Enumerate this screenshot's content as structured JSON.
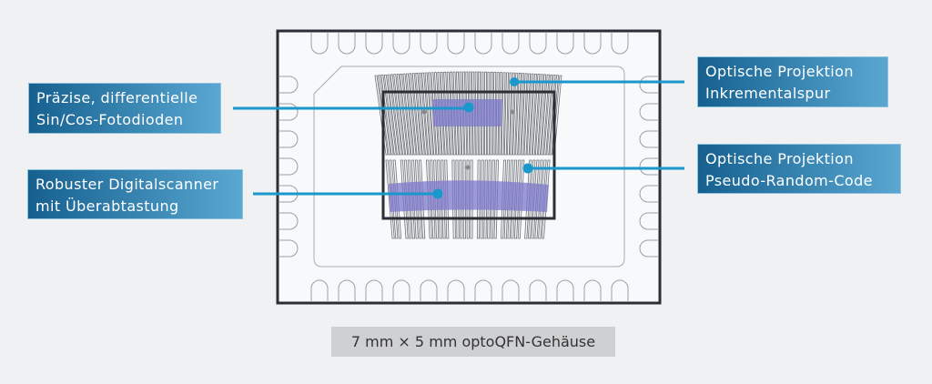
{
  "labels": {
    "photodiodes": "Präzise, differentielle\nSin/Cos-Fotodioden",
    "scanner": "Robuster Digitalscanner\nmit Überabtastung",
    "incremental": "Optische Projektion\nInkrementalspur",
    "prc": "Optische Projektion\nPseudo-Random-Code"
  },
  "caption": "7 mm × 5 mm optoQFN-Gehäuse",
  "colors": {
    "accent": "#1a98cc",
    "highlight": "#8a86d0",
    "package": "#2a2f36"
  }
}
